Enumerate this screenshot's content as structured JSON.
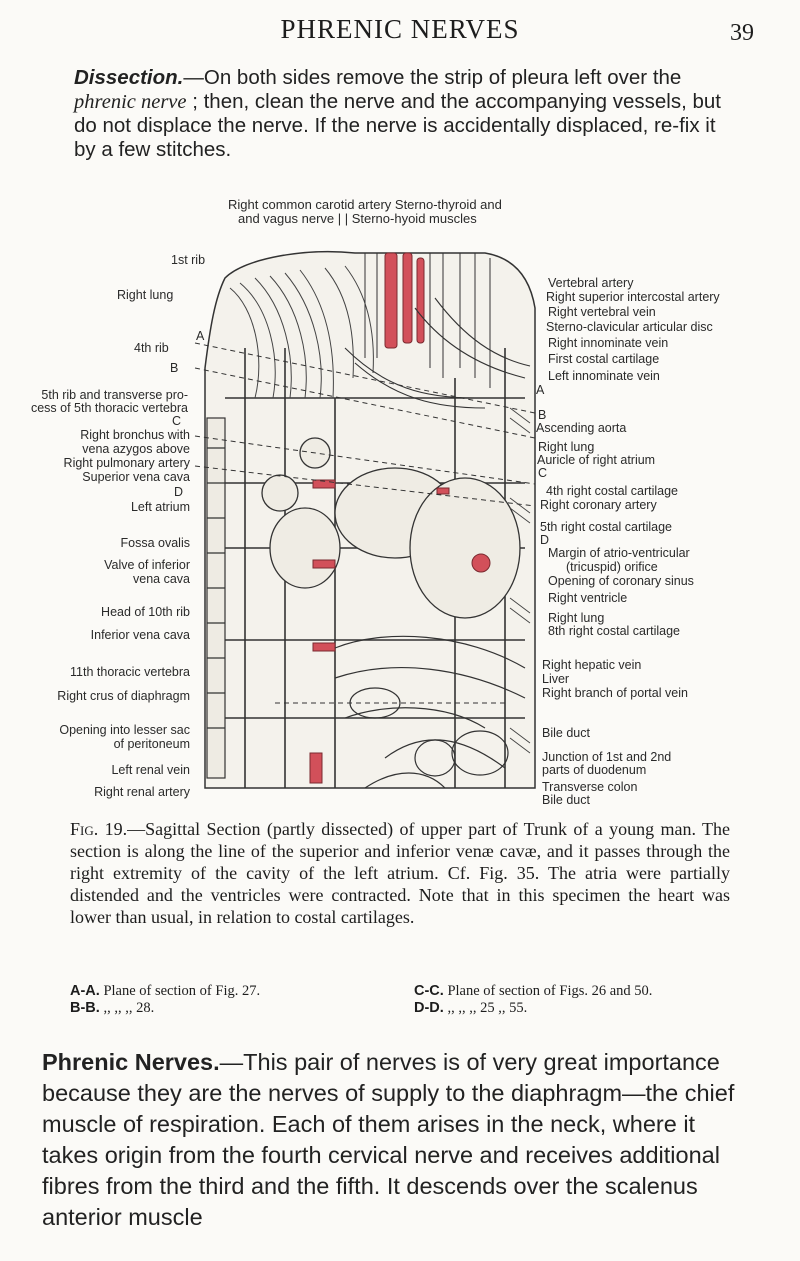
{
  "page": {
    "header": "PHRENIC NERVES",
    "number": "39"
  },
  "intro": {
    "lead": "Dissection.",
    "text_a": "—On both sides remove the strip of pleura left over the ",
    "italic": "phrenic nerve",
    "text_b": " ; then, clean the nerve and the accompanying vessels, but do not displace the nerve. If the nerve is accidentally displaced, re-fix it by a few stitches."
  },
  "figure": {
    "top_labels": {
      "line1": "Right common carotid artery Sterno-thyroid and",
      "line2": "and vagus nerve |  | Sterno-hyoid muscles"
    },
    "left_labels": [
      "1st rib",
      "Right lung",
      "A",
      "4th rib",
      "B",
      "5th rib and transverse pro-",
      "cess of 5th thoracic vertebra",
      "C",
      "Right bronchus with",
      "vena azygos above",
      "Right pulmonary artery",
      "Superior vena cava",
      "D",
      "Left atrium",
      "Fossa ovalis",
      "Valve of inferior",
      "vena cava",
      "Head of 10th rib",
      "Inferior vena cava",
      "11th thoracic vertebra",
      "Right crus of diaphragm",
      "Opening into lesser sac",
      "of peritoneum",
      "Left renal vein",
      "Right renal artery"
    ],
    "right_labels": [
      "Vertebral artery",
      "Right superior intercostal artery",
      "Right vertebral vein",
      "Sterno-clavicular articular disc",
      "Right innominate vein",
      "First costal cartilage",
      "Left innominate vein",
      "A",
      "B",
      "Ascending aorta",
      "Right lung",
      "Auricle of right atrium",
      "C",
      "4th right costal cartilage",
      "Right coronary artery",
      "5th right costal cartilage",
      "D",
      "Margin of atrio-ventricular",
      "(tricuspid) orifice",
      "Opening of coronary sinus",
      "Right ventricle",
      "Right lung",
      "8th right costal cartilage",
      "Right hepatic vein",
      "Liver",
      "Right branch of portal vein",
      "Bile duct",
      "Junction of 1st and 2nd",
      "parts of duodenum",
      "Transverse colon",
      "Bile duct"
    ]
  },
  "caption": {
    "figno": "Fig. 19.",
    "text": "—Sagittal Section (partly dissected) of upper part of Trunk of a young man. The section is along the line of the superior and inferior venæ cavæ, and it passes through the right extremity of the cavity of the left atrium. Cf. Fig. 35. The atria were partially distended and the ventricles were contracted. Note that in this specimen the heart was lower than usual, in relation to costal cartilages.",
    "planes": [
      {
        "key": "A-A.",
        "desc": "Plane of section of Fig. 27."
      },
      {
        "key": "B-B.",
        "desc": ",,      ,,      ,,  28."
      },
      {
        "key": "C-C.",
        "desc": "Plane of section of Figs. 26 and 50."
      },
      {
        "key": "D-D.",
        "desc": ",,      ,,      ,,  25 ,,  55."
      }
    ]
  },
  "body": {
    "heading": "Phrenic Nerves.",
    "text": "—This pair of nerves is of very great importance because they are the nerves of supply to the diaphragm—the chief muscle of respiration. Each of them arises in the neck, where it takes origin from the fourth cervical nerve and receives additional fibres from the third and the fifth. It descends over the scalenus anterior muscle"
  },
  "colors": {
    "ink": "#1d1d1d",
    "artery_red": "#d2505a",
    "paper": "#fbfaf7"
  }
}
